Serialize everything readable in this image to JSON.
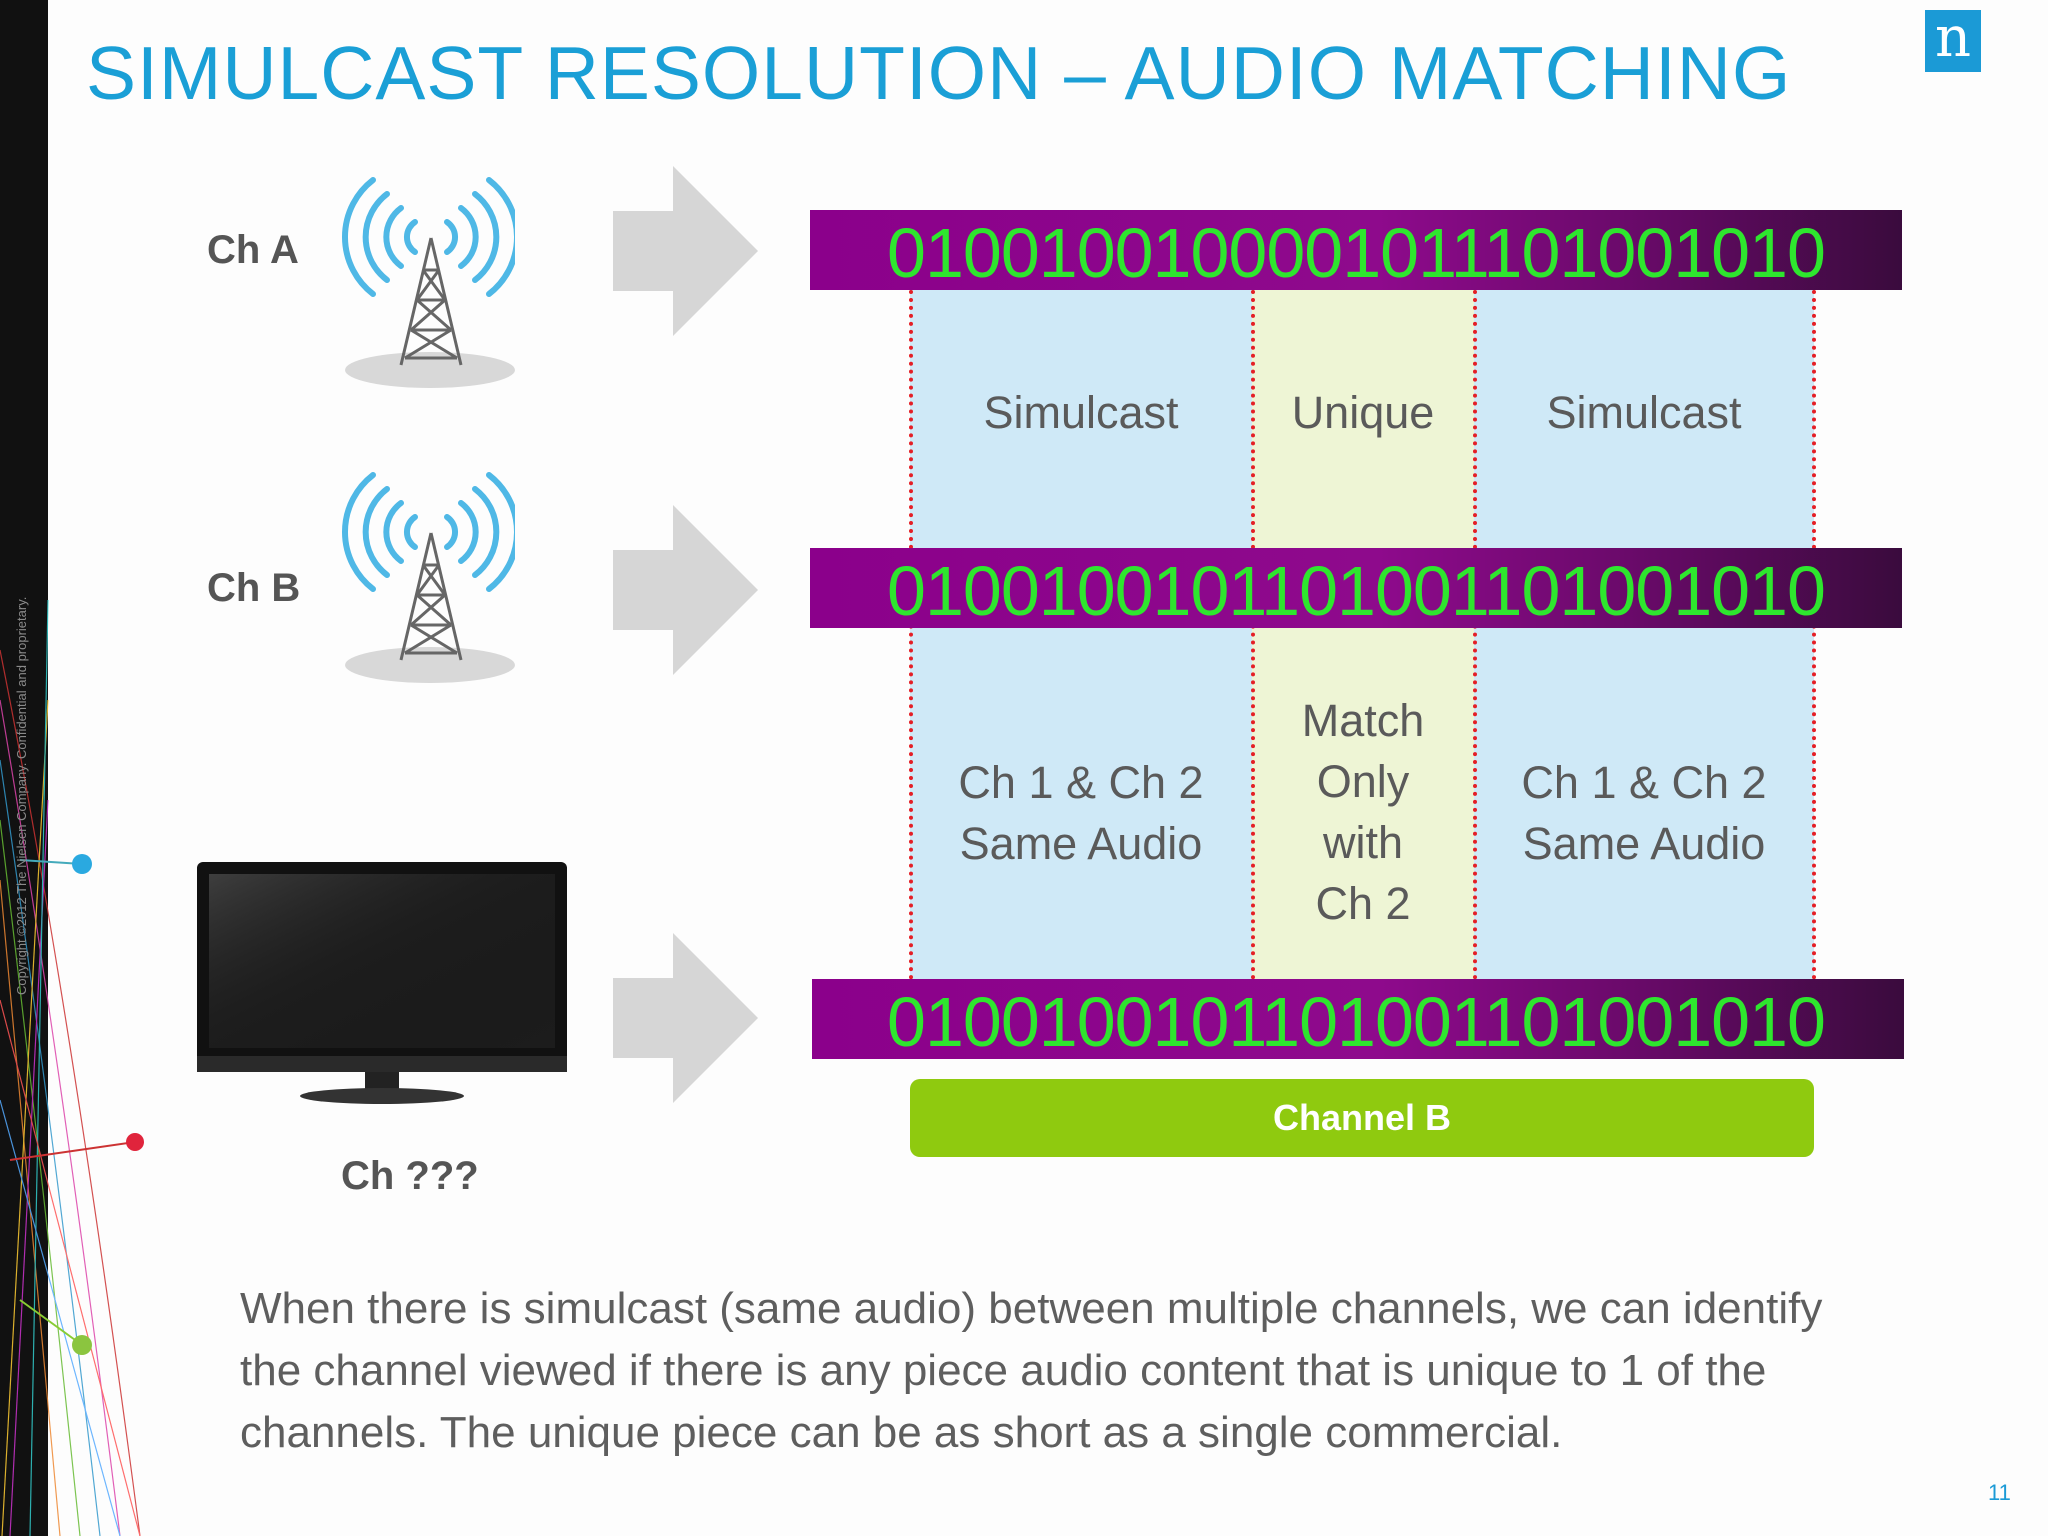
{
  "slide": {
    "title": "SIMULCAST RESOLUTION – AUDIO MATCHING",
    "logo_letter": "n",
    "copyright": "Copyright ©2012 The Nielsen Company. Confidential and proprietary.",
    "page_number": "11"
  },
  "channels": {
    "a_label": "Ch A",
    "b_label": "Ch B",
    "unknown_label": "Ch ???"
  },
  "streams": {
    "ch_a_bits": "0100100100001011101001010",
    "ch_b_bits": "0100100101101001101001010",
    "tv_bits": "0100100101101001101001010"
  },
  "zones": {
    "top": [
      "Simulcast",
      "Unique",
      "Simulcast"
    ],
    "bottom_left": [
      "Ch 1 & Ch 2",
      "Same Audio"
    ],
    "bottom_middle": [
      "Match",
      "Only",
      "with",
      "Ch 2"
    ],
    "bottom_right": [
      "Ch 1 & Ch 2",
      "Same Audio"
    ]
  },
  "result": {
    "label": "Channel B",
    "color": "#8fca0f"
  },
  "caption": {
    "line1": "When there is simulcast (same audio) between multiple channels, we can identify",
    "line2": "the channel viewed if there is any piece audio content that is unique to 1 of the",
    "line3": "channels.  The unique piece can be as short as a single commercial."
  },
  "colors": {
    "title": "#1a9fd6",
    "bar_purple": "#8b008b",
    "bits_green": "#2ee62e",
    "simulcast_zone": "#cfe9f7",
    "unique_zone": "#eef5d5",
    "divider_red": "#e41f26"
  },
  "icons": [
    "broadcast-tower-icon",
    "broadcast-tower-icon",
    "television-icon",
    "arrow-right-icon"
  ]
}
